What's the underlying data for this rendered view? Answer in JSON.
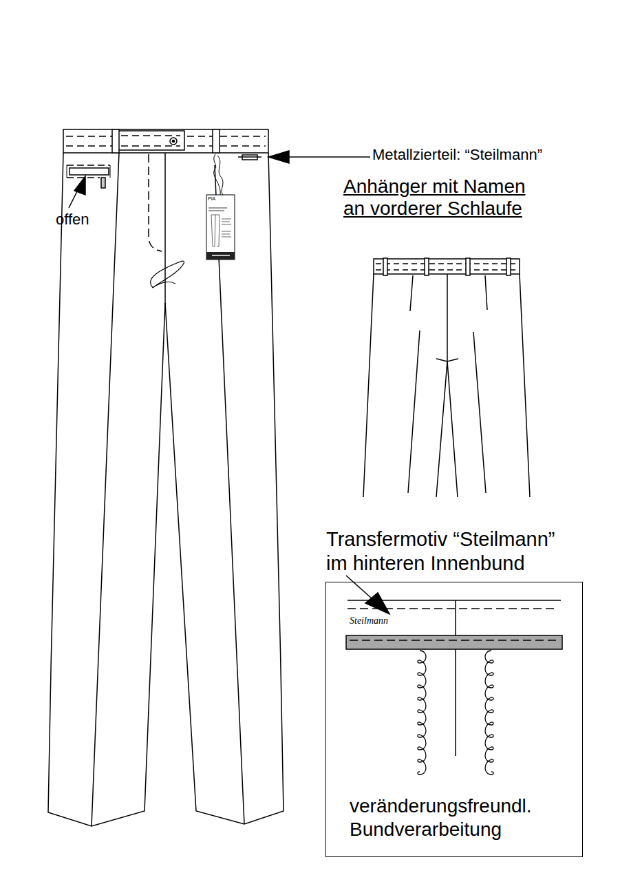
{
  "diagram": {
    "nodes": [
      {
        "text": [
          "Transfermotiv “Steilmann” im hinteren Innenbund",
          "Steilmann",
          "veränderungsfreundl. Bundverarbeitung"
        ]
      }
    ],
    "labels": [
      "Metallzierteil: “Steilmann”",
      "Anhänger mit Namen an vorderer Schlaufe",
      "offen",
      "PIA"
    ]
  }
}
